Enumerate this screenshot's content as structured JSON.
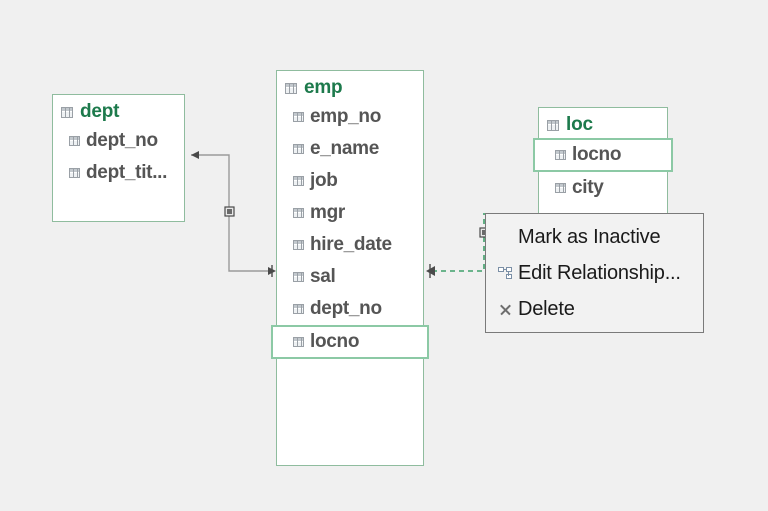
{
  "canvas": {
    "background_color": "#f0f0f0",
    "accent_color": "#1d7a4c",
    "entity_border_color": "#8fbc9e",
    "field_text_color": "#555555",
    "selected_link_color": "#3f9f6a"
  },
  "entities": [
    {
      "name": "dept",
      "icon": "table-icon",
      "fields": [
        {
          "label": "dept_no",
          "icon": "column-icon",
          "highlighted": false
        },
        {
          "label": "dept_tit...",
          "icon": "column-icon",
          "highlighted": false
        }
      ]
    },
    {
      "name": "emp",
      "icon": "table-icon",
      "fields": [
        {
          "label": "emp_no",
          "icon": "column-icon",
          "highlighted": false
        },
        {
          "label": "e_name",
          "icon": "column-icon",
          "highlighted": false
        },
        {
          "label": "job",
          "icon": "column-icon",
          "highlighted": false
        },
        {
          "label": "mgr",
          "icon": "column-icon",
          "highlighted": false
        },
        {
          "label": "hire_date",
          "icon": "column-icon",
          "highlighted": false
        },
        {
          "label": "sal",
          "icon": "column-icon",
          "highlighted": false
        },
        {
          "label": "dept_no",
          "icon": "column-icon",
          "highlighted": false
        },
        {
          "label": "locno",
          "icon": "column-icon",
          "highlighted": true
        }
      ]
    },
    {
      "name": "loc",
      "icon": "table-icon",
      "fields": [
        {
          "label": "locno",
          "icon": "column-icon",
          "highlighted": true
        },
        {
          "label": "city",
          "icon": "column-icon",
          "highlighted": false
        }
      ]
    }
  ],
  "relationships": [
    {
      "id": "dept-emp",
      "from": "dept",
      "to": "emp",
      "style": "solid",
      "color": "#9a9a9a",
      "selected": false
    },
    {
      "id": "emp-loc",
      "from": "emp",
      "to": "loc",
      "style": "dashed",
      "color": "#3f9f6a",
      "selected": true
    }
  ],
  "context_menu": {
    "items": [
      {
        "label": "Mark as Inactive",
        "icon": "none",
        "enabled": true
      },
      {
        "label": "Edit Relationship...",
        "icon": "hierarchy-icon",
        "enabled": true
      },
      {
        "label": "Delete",
        "icon": "close-x-icon",
        "enabled": true
      }
    ]
  }
}
